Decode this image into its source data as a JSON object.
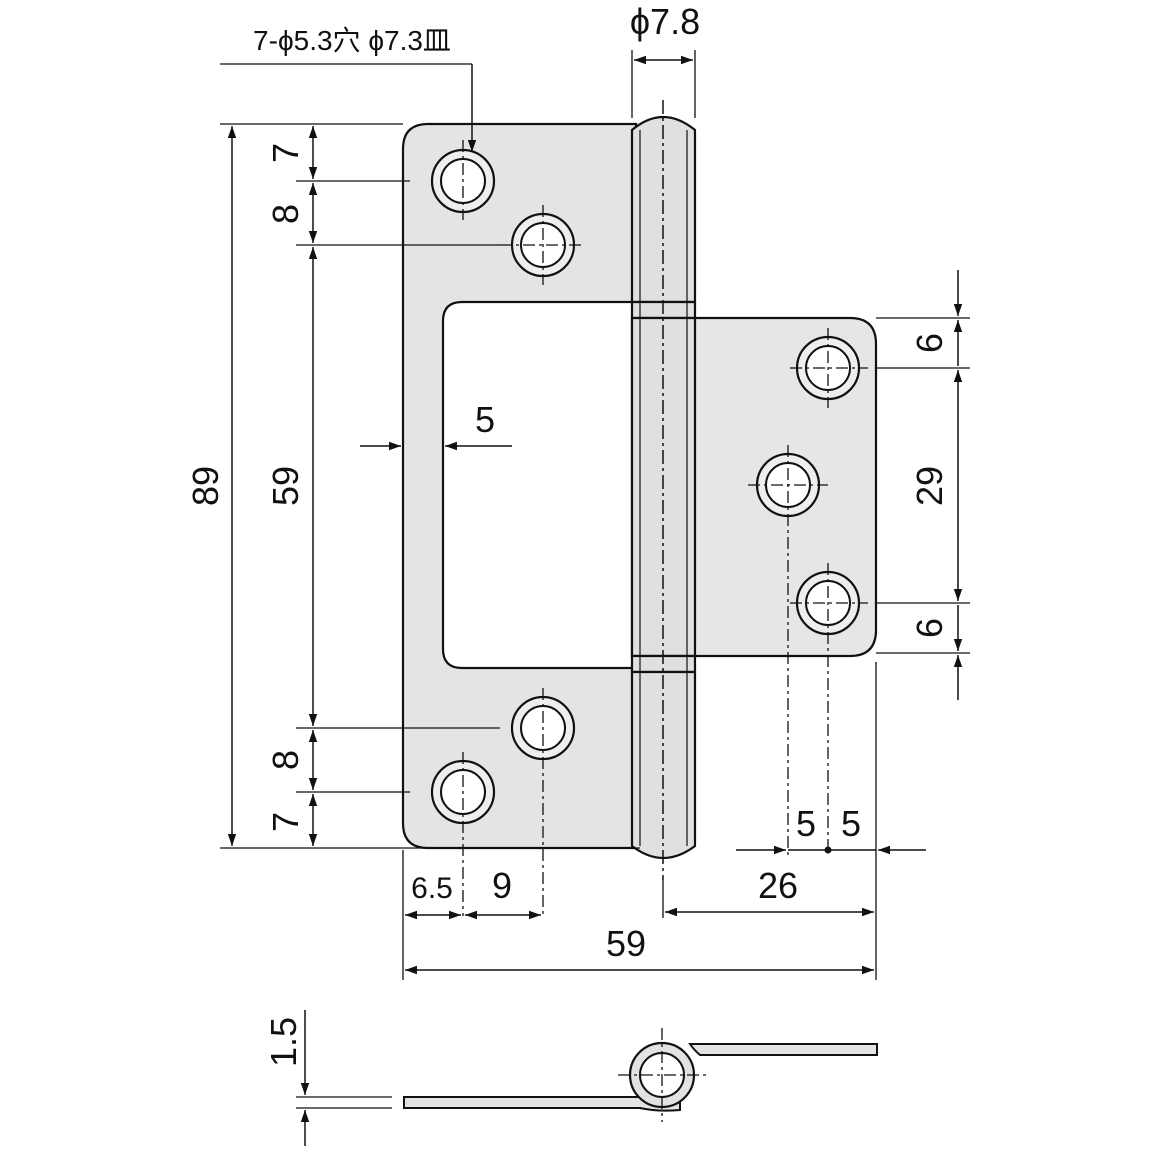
{
  "drawing": {
    "hole_note": "7-ϕ5.3穴 ϕ7.3皿",
    "pin_diameter": "ϕ7.8",
    "dimensions": {
      "overall_height": "89",
      "inner_height": "59",
      "top_offset": "7",
      "top_hole_step": "8",
      "bottom_hole_step": "8",
      "bottom_offset": "7",
      "frame_width": "5",
      "right_top_offset": "6",
      "right_hole_span": "29",
      "right_bottom_offset": "6",
      "left_edge_to_hole": "6.5",
      "hole_spacing_x": "9",
      "right_hole_offset_a": "5",
      "right_hole_offset_b": "5",
      "pin_to_right_edge": "26",
      "overall_width": "59",
      "thickness": "1.5"
    }
  }
}
